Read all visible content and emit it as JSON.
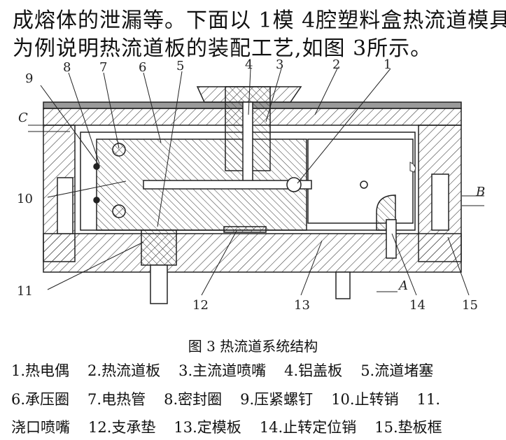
{
  "paragraph": {
    "line1": "成熔体的泄漏等。下面以 1模 4腔塑料盒热流道模具",
    "line2": "为例说明热流道板的装配工艺,如图 3所示。"
  },
  "figure": {
    "part_numbers": [
      "1",
      "2",
      "3",
      "4",
      "5",
      "6",
      "7",
      "8",
      "9",
      "10",
      "11",
      "12",
      "13",
      "14",
      "15"
    ],
    "dimension_labels": {
      "c": "C",
      "b": "B",
      "a": "A"
    }
  },
  "caption": "图 3  热流道系统结构",
  "legend": [
    [
      "1.热电偶",
      "2.热流道板",
      "3.主流道喷嘴",
      "4.铝盖板",
      "5.流道堵塞"
    ],
    [
      "6.承压圈",
      "7.电热管",
      "8.密封圈",
      "9.压紧螺钉",
      "10.止转销",
      "11."
    ],
    [
      "浇口喷嘴",
      "12.支承垫",
      "13.定模板",
      "14.止转定位销",
      "15.垫板框"
    ]
  ]
}
